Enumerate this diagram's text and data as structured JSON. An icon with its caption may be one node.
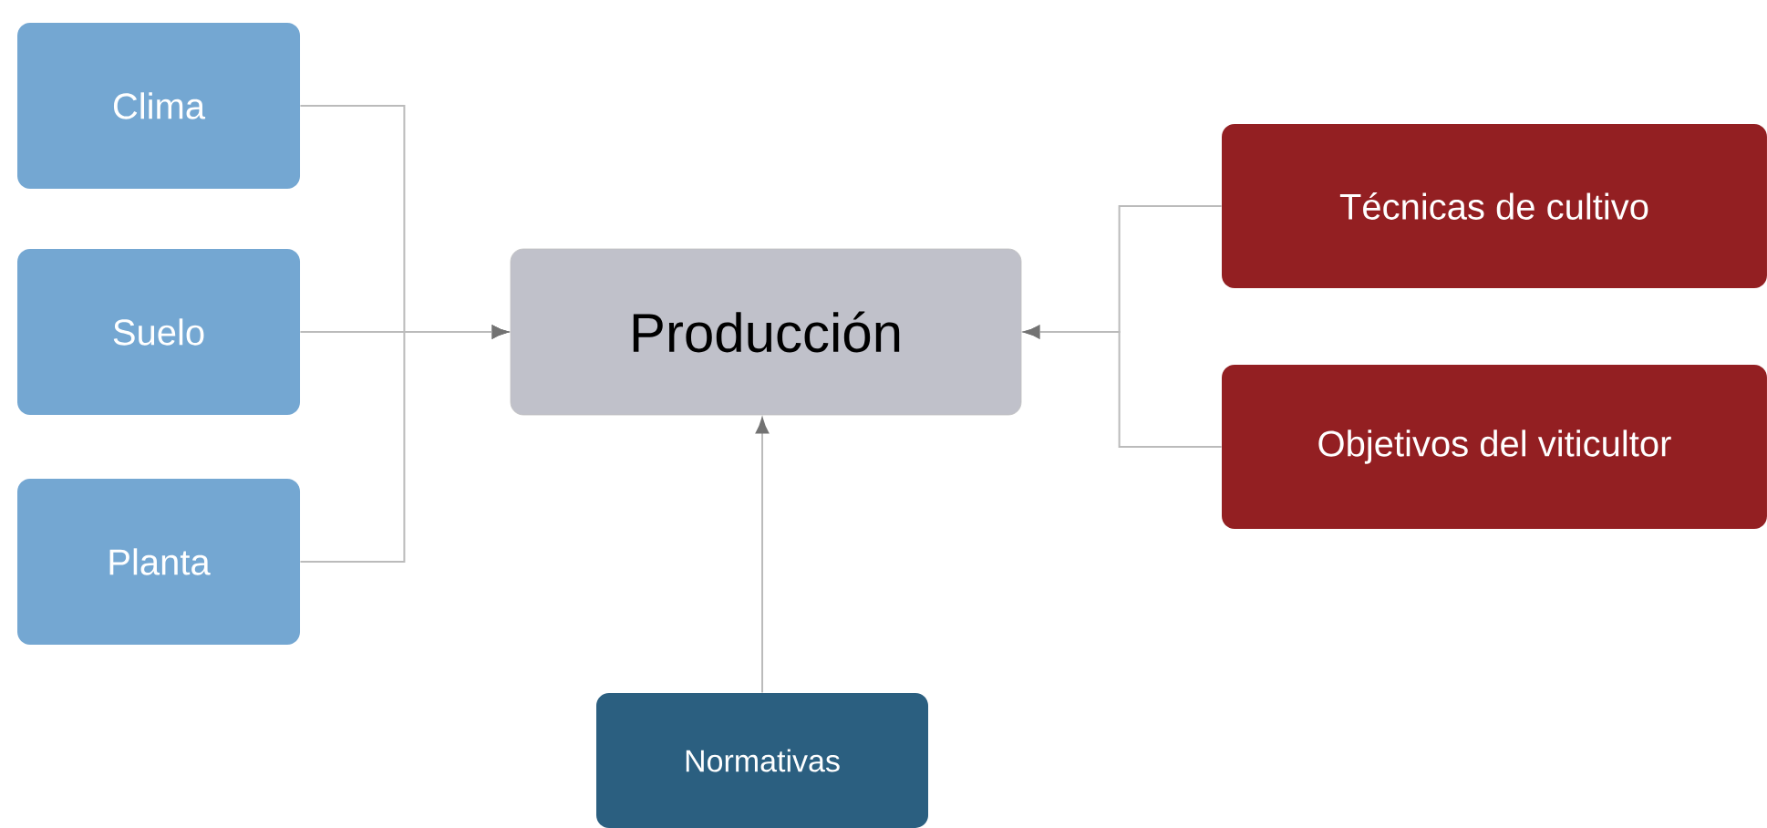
{
  "diagram": {
    "nodes": [
      {
        "text": [
          "Clima"
        ]
      },
      {
        "text": [
          "Suelo"
        ]
      },
      {
        "text": [
          "Planta"
        ]
      },
      {
        "text": [
          "Producción"
        ]
      },
      {
        "text": [
          "Técnicas de cultivo"
        ]
      },
      {
        "text": [
          "Objetivos del viticultor"
        ]
      },
      {
        "text": [
          "Normativas"
        ]
      }
    ],
    "edges": [
      {
        "from": 0,
        "to": 3,
        "arrow": "to"
      },
      {
        "from": 1,
        "to": 3,
        "arrow": "to"
      },
      {
        "from": 2,
        "to": 3,
        "arrow": "to"
      },
      {
        "from": 4,
        "to": 3,
        "arrow": "to"
      },
      {
        "from": 5,
        "to": 3,
        "arrow": "to"
      },
      {
        "from": 6,
        "to": 3,
        "arrow": "to"
      }
    ]
  }
}
